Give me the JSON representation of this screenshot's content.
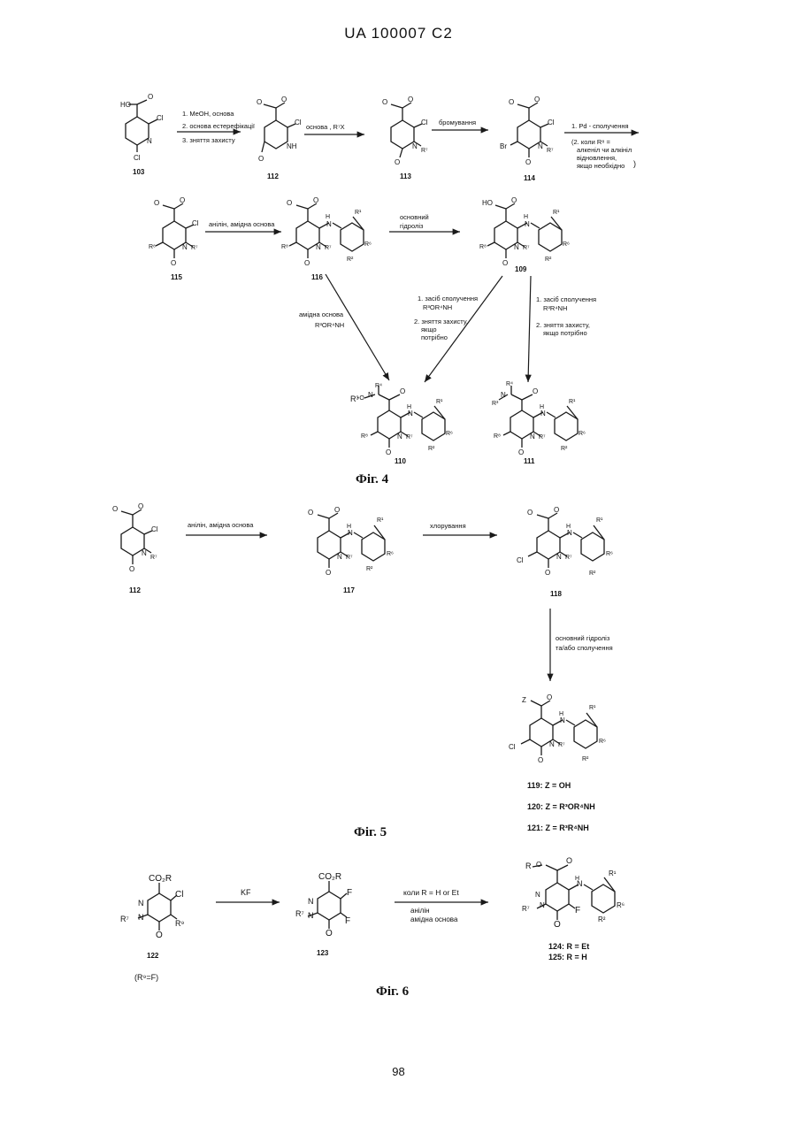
{
  "header": "UA   100007   C2",
  "page_number": "98",
  "fig4": {
    "caption": "Фіг. 4",
    "compounds": {
      "c103": {
        "id": "103",
        "labels": [
          "HO",
          "O",
          "Cl",
          "N",
          "Cl"
        ]
      },
      "c112": {
        "id": "112",
        "labels": [
          "O",
          "O",
          "Cl",
          "NH",
          "O"
        ]
      },
      "c113": {
        "id": "113",
        "labels": [
          "O",
          "O",
          "Cl",
          "N",
          "R⁷",
          "O"
        ]
      },
      "c114": {
        "id": "114",
        "labels": [
          "O",
          "O",
          "Cl",
          "Br",
          "N",
          "R⁷",
          "O"
        ]
      },
      "c115": {
        "id": "115",
        "labels": [
          "O",
          "O",
          "Cl",
          "R⁸",
          "N",
          "R⁷",
          "O"
        ]
      },
      "c116": {
        "id": "116",
        "labels": [
          "O",
          "O",
          "H",
          "N",
          "R¹",
          "R⁸",
          "N",
          "R⁷",
          "O",
          "R⁶",
          "R²"
        ]
      },
      "c109": {
        "id": "109",
        "labels": [
          "HO",
          "O",
          "H",
          "N",
          "R¹",
          "R⁸",
          "N",
          "R⁷",
          "O",
          "R⁶",
          "R²"
        ]
      },
      "c110": {
        "id": "110",
        "labels": [
          "R³",
          "O",
          "R⁴",
          "N",
          "O",
          "H",
          "N",
          "R¹",
          "R⁸",
          "N",
          "R⁷",
          "O",
          "R⁶",
          "R²"
        ]
      },
      "c111": {
        "id": "111",
        "labels": [
          "R⁴",
          "R³",
          "N",
          "O",
          "H",
          "N",
          "R¹",
          "R⁸",
          "N",
          "R⁷",
          "O",
          "R⁶",
          "R²"
        ]
      }
    },
    "steps": {
      "s1": [
        "1. MeOH, основа",
        "2. основа естерефікації",
        "3. зняття захисту"
      ],
      "s2": [
        "основа , R⁷X"
      ],
      "s3": [
        "бромування"
      ],
      "s4": [
        "1. Pd - сполучення",
        "(2. коли  R⁸ =",
        "алкеніл чи алкініл",
        "відновлення,",
        "якщо необхідно",
        ")"
      ],
      "s5": [
        "анілін, амідна основа"
      ],
      "s6": [
        "основний",
        "гідроліз"
      ],
      "s7": [
        "амідна основа",
        "R³OR⁴NH"
      ],
      "s8": [
        "1. засіб сполучення",
        "R³OR⁴NH",
        "2. зняття захисту,",
        "якщо",
        "потрібно"
      ],
      "s9": [
        "1.  засіб сполучення",
        "R³R⁴NH",
        "2.  зняття захисту,",
        "якщо потрібно"
      ]
    }
  },
  "fig5": {
    "caption": "Фіг. 5",
    "compounds": {
      "c112": {
        "id": "112",
        "labels": [
          "O",
          "O",
          "Cl",
          "N",
          "R⁷",
          "O"
        ]
      },
      "c117": {
        "id": "117",
        "labels": [
          "O",
          "O",
          "H",
          "N",
          "R¹",
          "N",
          "R⁷",
          "O",
          "R⁶",
          "R²"
        ]
      },
      "c118": {
        "id": "118",
        "labels": [
          "O",
          "O",
          "H",
          "N",
          "R¹",
          "Cl",
          "N",
          "R⁷",
          "O",
          "R⁶",
          "R²"
        ]
      },
      "c119": {
        "labels": [
          "Z",
          "O",
          "H",
          "N",
          "R¹",
          "Cl",
          "N",
          "R⁷",
          "O",
          "R⁶",
          "R²"
        ]
      }
    },
    "steps": {
      "s1": [
        "анілін, амідна основа"
      ],
      "s2": [
        "хлорування"
      ],
      "s3": [
        "основний гідроліз",
        "та/або сполучення"
      ]
    },
    "z_defs": [
      "119:  Z = OH",
      "120:  Z = R³OR⁴NH",
      "121:  Z = R³R⁴NH"
    ]
  },
  "fig6": {
    "caption": "Фіг. 6",
    "compounds": {
      "c122": {
        "id": "122",
        "note": "(R⁹=F)",
        "labels": [
          "CO₂R",
          "Cl",
          "N",
          "N",
          "R⁷",
          "R⁹",
          "O"
        ]
      },
      "c123": {
        "id": "123",
        "labels": [
          "CO₂R",
          "F",
          "N",
          "N",
          "R⁷",
          "F",
          "O"
        ]
      },
      "c124": {
        "labels": [
          "R",
          "O",
          "O",
          "H",
          "N",
          "R¹",
          "N",
          "N",
          "R⁷",
          "F",
          "O",
          "R⁶",
          "R²"
        ]
      }
    },
    "steps": {
      "s1": [
        "KF"
      ],
      "s2": [
        "коли  R = H or Et",
        "анілін",
        "амідна основа"
      ]
    },
    "r_defs": [
      "124:  R = Et",
      "125:  R = H"
    ]
  }
}
